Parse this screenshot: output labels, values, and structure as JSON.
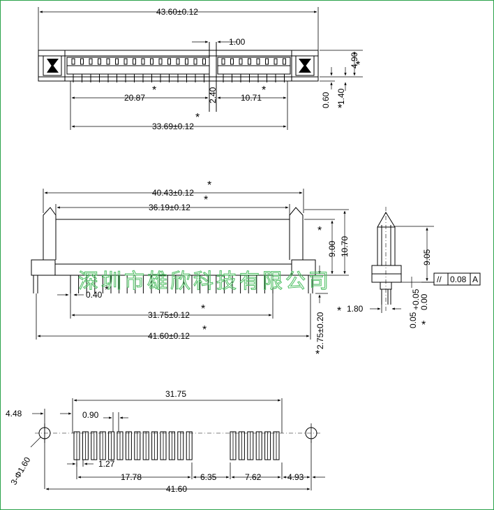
{
  "top_view": {
    "overall_width": "43.60±0.12",
    "pin_pitch": "1.00",
    "left_span": "20.87",
    "right_span": "10.71",
    "total_span": "33.69±0.12",
    "gap": "2.40",
    "height": "4.90",
    "offset_a": "0.60",
    "offset_b": "1.40",
    "star": "*"
  },
  "front_view": {
    "overall_width": "40.43±0.12",
    "inner_width": "36.19±0.12",
    "pin_span": "31.75±0.12",
    "base_width": "41.60±0.12",
    "pin_offset": "0.40",
    "height_a": "9.00",
    "height_b": "10.70",
    "pin_length": "2.75±0.20",
    "star": "*"
  },
  "side_view": {
    "height": "9.05",
    "thickness": "1.80",
    "tol_plus": "+0.05",
    "tol_zero": "0.00",
    "tol_base": "0.05",
    "parallel_symbol": "//",
    "parallel_value": "0.08",
    "datum": "A",
    "star": "*"
  },
  "pcb_layout": {
    "span_top": "31.75",
    "edge_offset": "4.48",
    "pin_width": "0.90",
    "hole_spec": "3-Φ1.60",
    "pitch": "1.27",
    "left_group": "17.78",
    "gap": "6.35",
    "right_group": "7.62",
    "right_edge": "4.93",
    "total": "41.60"
  },
  "watermark": "深圳市雄欣科技有限公司",
  "colors": {
    "frame": "#2aa24a",
    "watermark": "#56c26a"
  }
}
